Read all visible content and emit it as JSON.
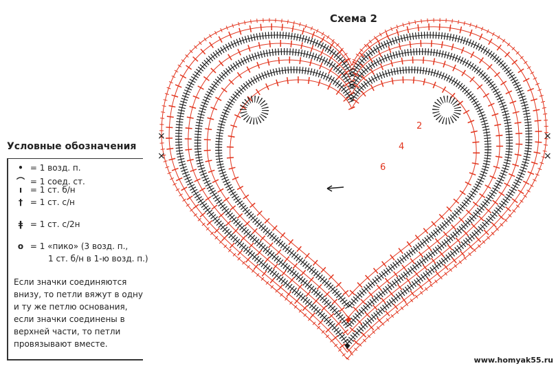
{
  "title": "Схема 2",
  "legend": {
    "title": "Условные обозначения",
    "items": [
      {
        "icon": "dot-icon",
        "symbol": "•",
        "text": "= 1 возд. п."
      },
      {
        "icon": "arc-icon",
        "symbol": "⌒",
        "text": "= 1 соед. ст."
      },
      {
        "icon": "short-bar-icon",
        "symbol": "ı",
        "text": "= 1 ст. б/н"
      },
      {
        "icon": "cross-icon",
        "symbol": "†",
        "text": "= 1 ст. с/н"
      },
      {
        "icon": "double-cross-icon",
        "symbol": "ǂ",
        "text": "= 1 ст. с/2н"
      },
      {
        "icon": "circle-icon",
        "symbol": "o",
        "text": "= 1 «пико» (3 возд. п.,",
        "text2": "1 ст. б/н в 1-ю возд. п.)"
      }
    ],
    "note": "Если значки соединяются внизу, то петли вяжут в одну и ту же петлю основания, если значки соединены в верхней части, то петли провязывают вместе."
  },
  "row_numbers": [
    "2",
    "4",
    "6"
  ],
  "watermark": "www.homyak55.ru",
  "colors": {
    "red": "#e2341d",
    "black": "#1a1a1a"
  }
}
